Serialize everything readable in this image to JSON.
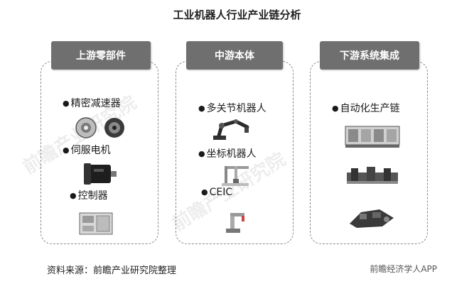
{
  "title": "工业机器人行业产业链分析",
  "columns": [
    {
      "header": "上游零部件",
      "items": [
        "精密减速器",
        "伺服电机",
        "控制器"
      ]
    },
    {
      "header": "中游本体",
      "items": [
        "多关节机器人",
        "坐标机器人",
        "CEIC"
      ]
    },
    {
      "header": "下游系统集成",
      "items": [
        "自动化生产链"
      ]
    }
  ],
  "footer": {
    "source": "资料来源：前瞻产业研究院整理",
    "brand": "前瞻经济学人APP"
  },
  "colors": {
    "header_bg": "#6f6f6f",
    "header_text": "#ffffff",
    "border": "#8a8a8a"
  },
  "watermark": "前瞻产业研究院"
}
